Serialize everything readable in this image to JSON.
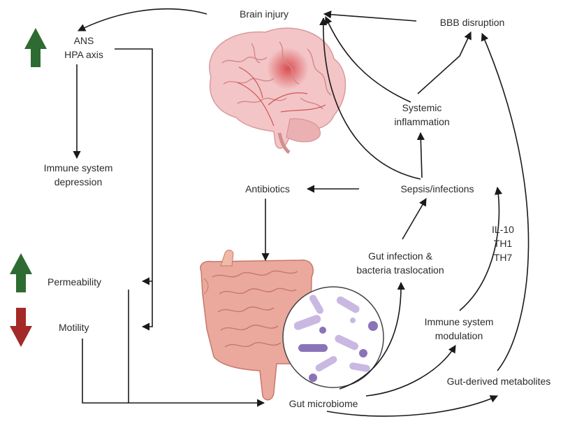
{
  "nodes": {
    "brain_injury": "Brain injury",
    "bbb_disruption": "BBB disruption",
    "ans": "ANS",
    "hpa_axis": "HPA axis",
    "immune_depression_1": "Immune system",
    "immune_depression_2": "depression",
    "systemic_inflammation_1": "Systemic",
    "systemic_inflammation_2": "inflammation",
    "antibiotics": "Antibiotics",
    "sepsis": "Sepsis/infections",
    "cytokine_il10": "IL-10",
    "cytokine_th1": "TH1",
    "cytokine_th7": "TH7",
    "gut_infection_1": "Gut infection &",
    "gut_infection_2": "bacteria traslocation",
    "permeability": "Permeability",
    "motility": "Motility",
    "immune_modulation_1": "Immune system",
    "immune_modulation_2": "modulation",
    "gut_metabolites": "Gut-derived metabolites",
    "gut_microbiome": "Gut microbiome"
  },
  "indicators": {
    "up_color": "#2e6b32",
    "down_color": "#a32a26",
    "ans_trend": "up",
    "permeability_trend": "up",
    "motility_trend": "down"
  },
  "colors": {
    "arrow": "#1a1a1a",
    "brain": "#f0b6b8",
    "brain_lesion": "#d8484c",
    "gut": "#e5a89c",
    "microbe_purple": "#8b73b7",
    "microbe_lilac": "#c9b8e2"
  },
  "icons": [
    "brain-illustration",
    "intestine-illustration",
    "microbiome-magnifier-illustration"
  ]
}
